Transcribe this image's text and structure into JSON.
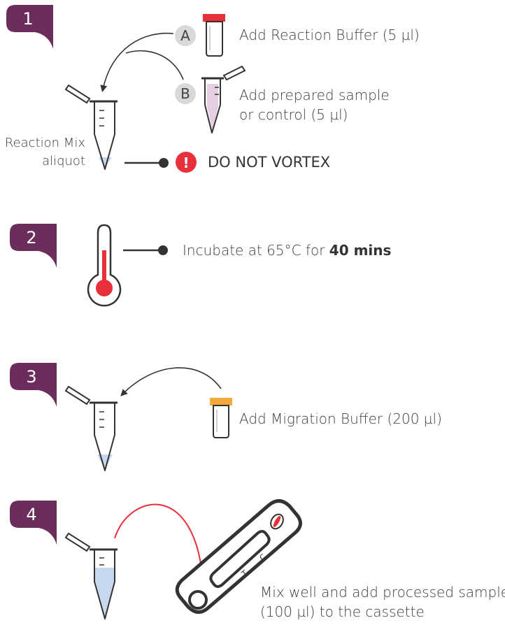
{
  "colors": {
    "badge": "#6b2d5c",
    "alert": "#e8303a",
    "thermo_red": "#e8303a",
    "reaction_cap": "#e8303a",
    "migration_cap": "#f4a93f",
    "sample_liquid": "#e6cfe2",
    "mix_liquid": "#c6d7ee",
    "marker_bg": "#d9d9d9"
  },
  "steps": [
    {
      "number": "1",
      "markers": [
        "A",
        "B"
      ],
      "reaction_buffer": "Add Reaction Buffer (5 µl)",
      "sample_line1": "Add prepared sample",
      "sample_line2": "or control (5 µl)",
      "tube_label_line1": "Reaction Mix",
      "tube_label_line2": "aliquot",
      "alert_icon": "!",
      "warning": "DO NOT VORTEX"
    },
    {
      "number": "2",
      "incubate_prefix": "Incubate at 65°C for ",
      "incubate_bold": "40 mins"
    },
    {
      "number": "3",
      "migration_buffer": "Add Migration Buffer (200 µl)"
    },
    {
      "number": "4",
      "cassette_c": "C",
      "cassette_t": "T",
      "final_line1": "Mix well and add processed sample",
      "final_line2": "(100 µl) to the cassette"
    }
  ]
}
